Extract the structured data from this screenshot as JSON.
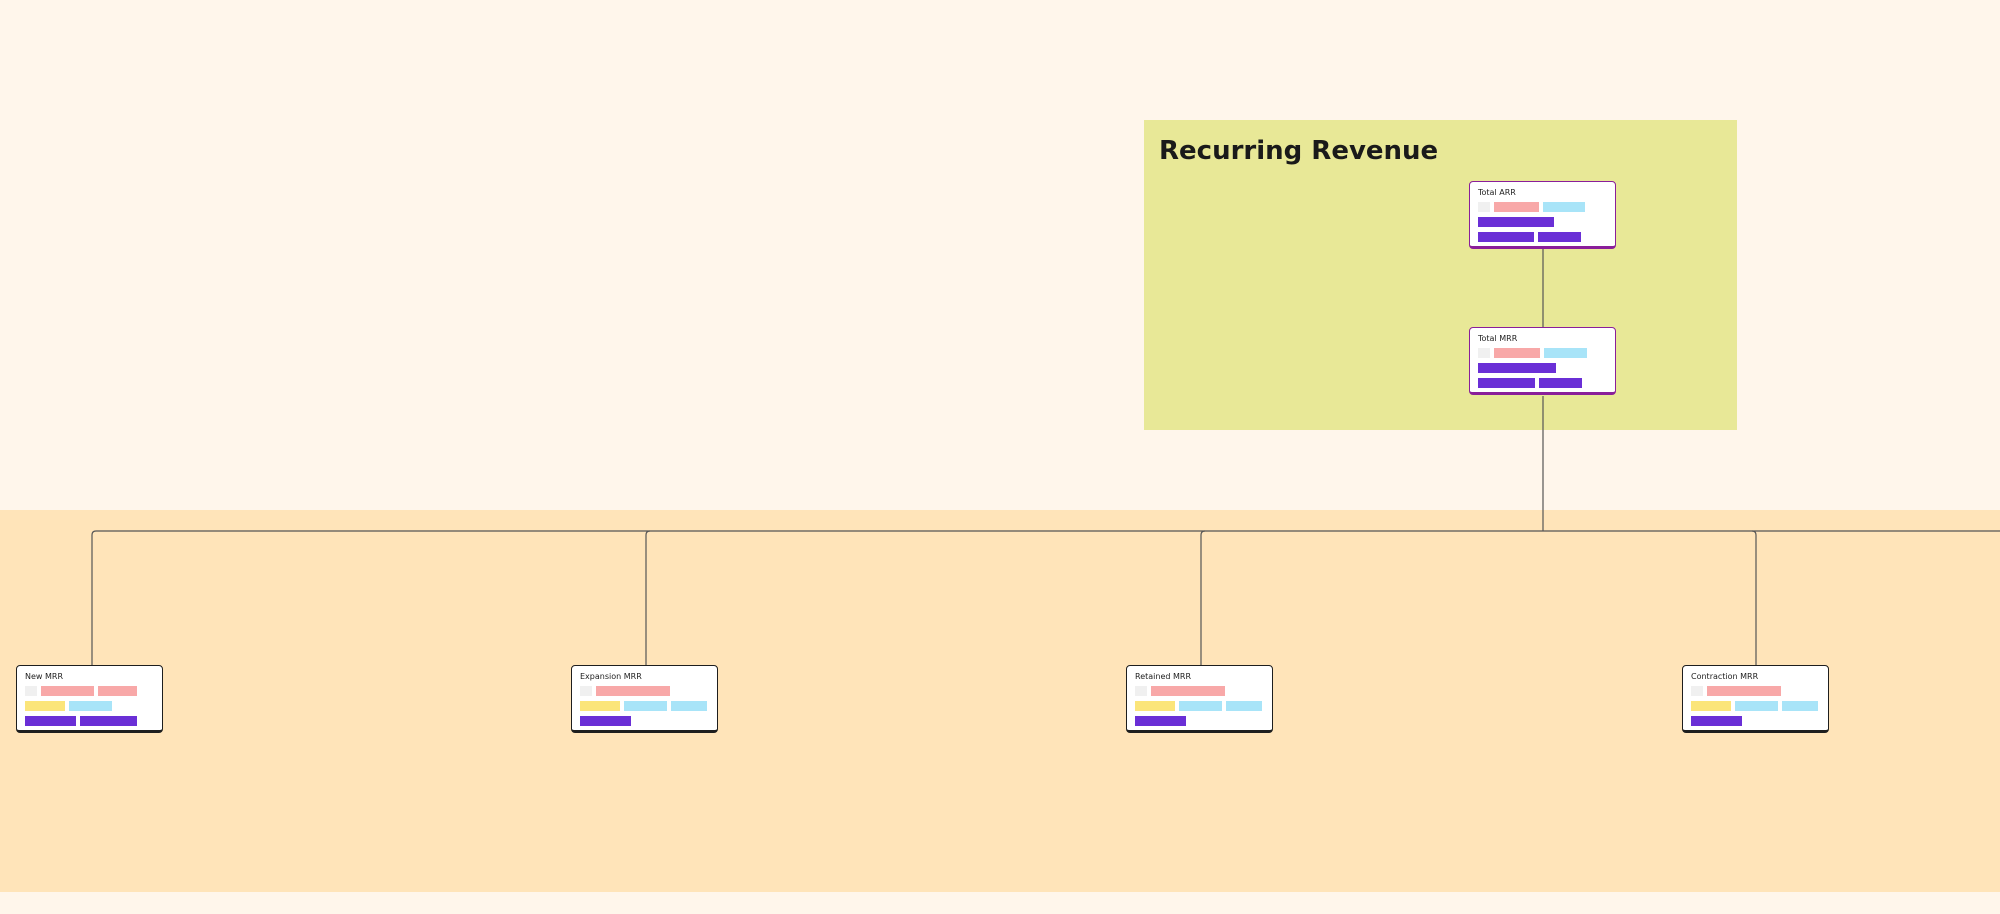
{
  "group": {
    "title": "Recurring Revenue"
  },
  "colors": {
    "background": "#fff6eb",
    "band": "#ffe4b9",
    "group": "#e8e897",
    "pink": "#f8a8a8",
    "blue": "#a8e4f8",
    "purple": "#6a2fd6",
    "yellow": "#fbe57a",
    "gray": "#f0f0f0"
  },
  "nodes": [
    {
      "id": "total-arr",
      "label": "Total ARR"
    },
    {
      "id": "total-mrr",
      "label": "Total MRR"
    },
    {
      "id": "new-mrr",
      "label": "New MRR"
    },
    {
      "id": "expansion-mrr",
      "label": "Expansion MRR"
    },
    {
      "id": "retained-mrr",
      "label": "Retained MRR"
    },
    {
      "id": "contraction-mrr",
      "label": "Contraction MRR"
    }
  ]
}
